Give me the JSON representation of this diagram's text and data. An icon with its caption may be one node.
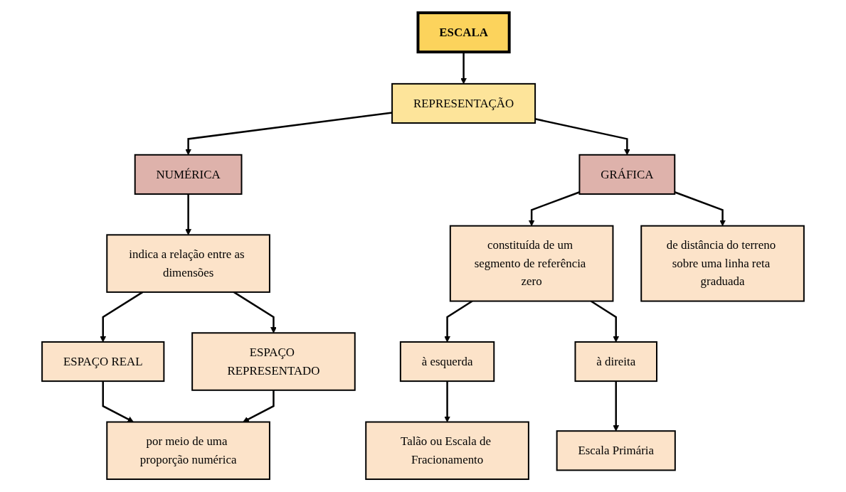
{
  "diagram": {
    "nodes": [
      {
        "text": [
          "ESCALA"
        ]
      },
      {
        "text": [
          "REPRESENTAÇÃO"
        ]
      },
      {
        "text": [
          "NUMÉRICA"
        ]
      },
      {
        "text": [
          "GRÁFICA"
        ]
      },
      {
        "text": [
          "indica a relação entre as dimensões"
        ]
      },
      {
        "text": [
          "ESPAÇO REAL"
        ]
      },
      {
        "text": [
          "ESPAÇO REPRESENTADO"
        ]
      },
      {
        "text": [
          "por meio de uma proporção numérica"
        ]
      },
      {
        "text": [
          "constituída de um segmento de referência zero"
        ]
      },
      {
        "text": [
          "de distância do terreno sobre uma linha reta graduada"
        ]
      },
      {
        "text": [
          "à esquerda"
        ]
      },
      {
        "text": [
          "à direita"
        ]
      },
      {
        "text": [
          "Talão ou Escala de Fracionamento"
        ]
      },
      {
        "text": [
          "Escala Primária"
        ]
      }
    ],
    "edges": [
      {
        "from": 0,
        "to": 1,
        "arrow": "to"
      },
      {
        "from": 1,
        "to": 2,
        "arrow": "to"
      },
      {
        "from": 1,
        "to": 3,
        "arrow": "to"
      },
      {
        "from": 2,
        "to": 4,
        "arrow": "to"
      },
      {
        "from": 4,
        "to": 5,
        "arrow": "to"
      },
      {
        "from": 4,
        "to": 6,
        "arrow": "to"
      },
      {
        "from": 5,
        "to": 7,
        "arrow": "to"
      },
      {
        "from": 6,
        "to": 7,
        "arrow": "to"
      },
      {
        "from": 3,
        "to": 8,
        "arrow": "to"
      },
      {
        "from": 3,
        "to": 9,
        "arrow": "to"
      },
      {
        "from": 8,
        "to": 10,
        "arrow": "to"
      },
      {
        "from": 8,
        "to": 11,
        "arrow": "to"
      },
      {
        "from": 10,
        "to": 12,
        "arrow": "to"
      },
      {
        "from": 11,
        "to": 13,
        "arrow": "to"
      }
    ]
  }
}
